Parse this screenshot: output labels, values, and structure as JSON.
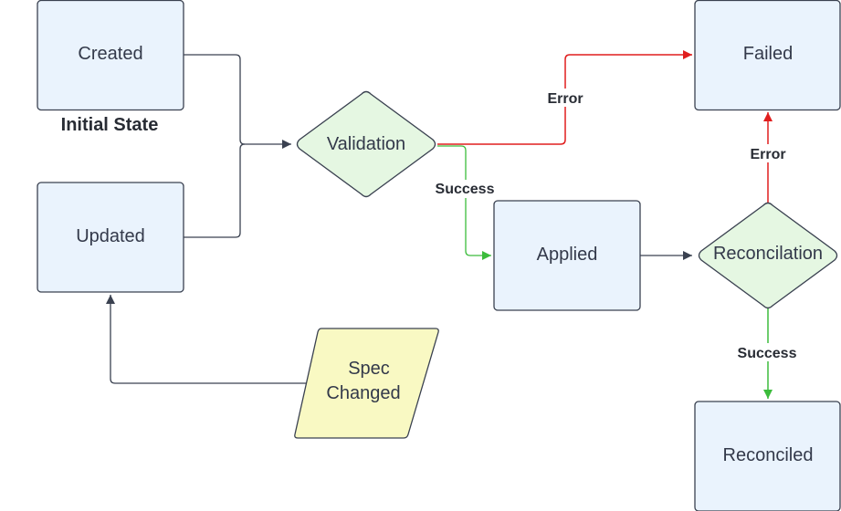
{
  "nodes": {
    "created": "Created",
    "updated": "Updated",
    "validation": "Validation",
    "applied": "Applied",
    "reconcilation": "Reconcilation",
    "failed": "Failed",
    "reconciled": "Reconciled",
    "spec_changed_line1": "Spec",
    "spec_changed_line2": "Changed"
  },
  "captions": {
    "initial_state": "Initial State"
  },
  "edges": {
    "validation_error": "Error",
    "validation_success": "Success",
    "reconcilation_error": "Error",
    "reconcilation_success": "Success"
  },
  "colors": {
    "process_fill": "#eaf3fd",
    "process_stroke": "#3a4150",
    "decision_fill": "#e5f7e2",
    "decision_stroke": "#3a4150",
    "io_fill": "#f9f9c3",
    "neutral_line": "#3a4150",
    "error_line": "#e01e1e",
    "success_line": "#3cbc3c"
  }
}
